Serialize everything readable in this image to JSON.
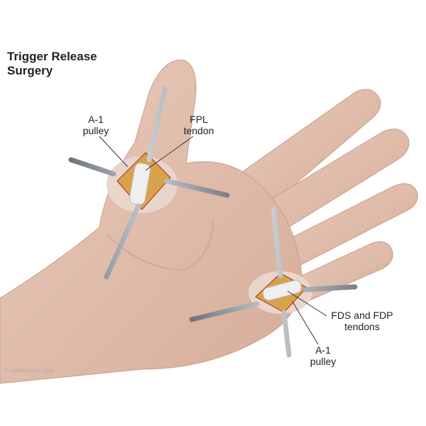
{
  "title": {
    "line1": "Trigger Release",
    "line2": "Surgery"
  },
  "labels": {
    "thumb_a1": {
      "line1": "A-1",
      "line2": "pulley"
    },
    "fpl": {
      "line1": "FPL",
      "line2": "tendon"
    },
    "fds_fdp": {
      "line1": "FDS and FDP",
      "line2": "tendons"
    },
    "finger_a1": {
      "line1": "A-1",
      "line2": "pulley"
    }
  },
  "watermark": "© medmovie.com",
  "colors": {
    "skin": "#e2bfae",
    "skin_shadow": "#c99c8a",
    "tendon": "#efefef",
    "tissue": "#d9a24a",
    "blood": "#b52a1e",
    "retractor": "#8f959e"
  }
}
